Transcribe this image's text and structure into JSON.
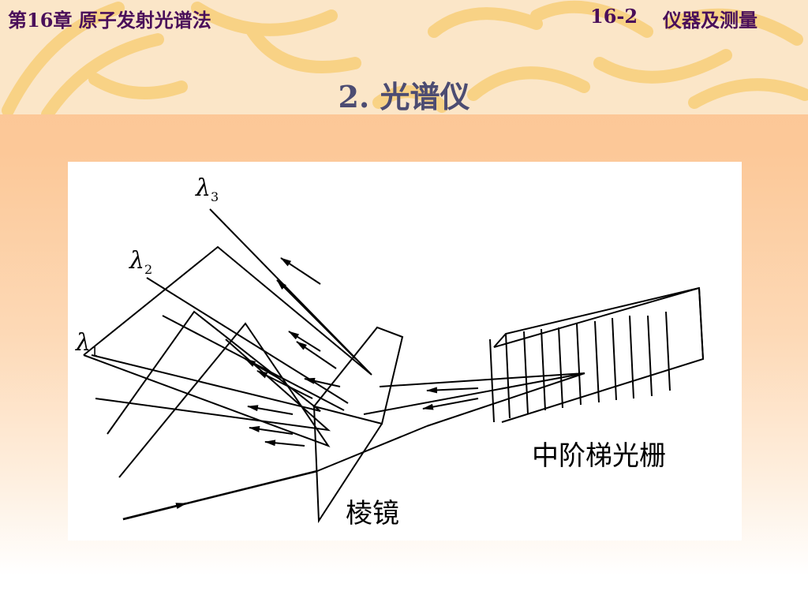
{
  "header": {
    "chapter": "第16章  原子发射光谱法",
    "section_number": "16-2",
    "section_name": "仪器及测量"
  },
  "title": "2. 光谱仪",
  "diagram": {
    "wavelengths": [
      {
        "symbol": "λ",
        "index": "1"
      },
      {
        "symbol": "λ",
        "index": "2"
      },
      {
        "symbol": "λ",
        "index": "3"
      }
    ],
    "prism_label": "棱镜",
    "grating_label": "中阶梯光栅"
  },
  "colors": {
    "header_text": "#4a0f5a",
    "title_text": "#4c4c72",
    "header_band": "#fbe6c8",
    "background_top": "#fcc595"
  }
}
